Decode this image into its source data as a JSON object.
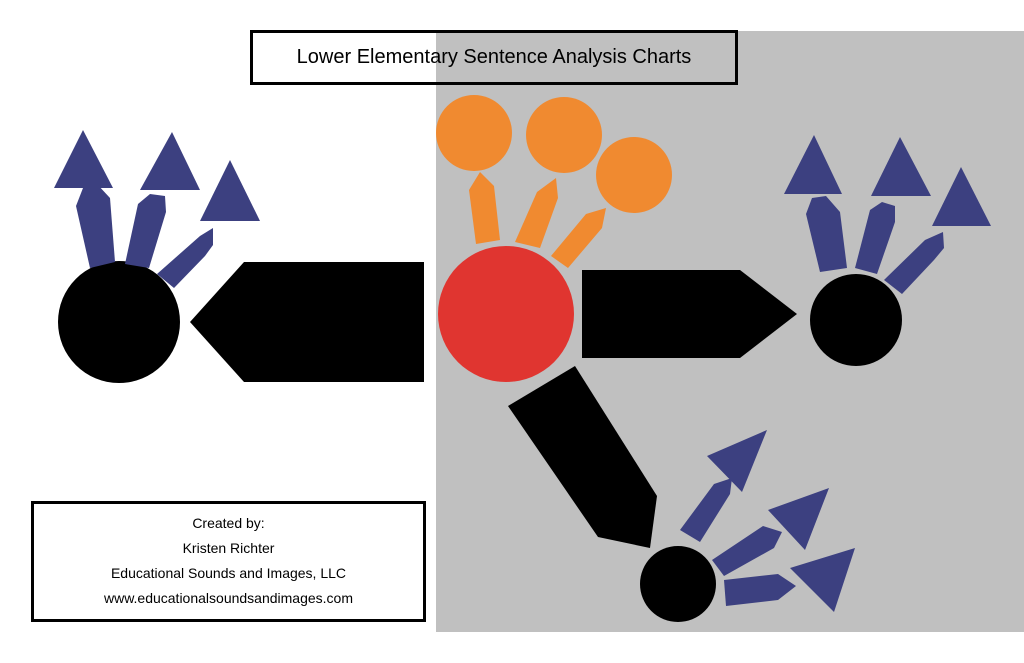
{
  "title": "Lower Elementary Sentence Analysis Charts",
  "credits": {
    "line1": "Created by:",
    "line2": "Kristen Richter",
    "line3": "Educational Sounds and Images, LLC",
    "line4": "www.educationalsoundsandimages.com"
  },
  "colors": {
    "panel_gray": "#c0c0c0",
    "verb_red": "#e03530",
    "adverb_orange": "#f08a30",
    "adjective_navy": "#3c4080",
    "noun_black": "#000000"
  },
  "shapes": {
    "red_circle": "verb-circle",
    "black_circles": "noun-circles",
    "black_pentagons": "connector-arrows",
    "orange_circles": "adverb-circles",
    "navy_triangles": "adjective-triangles"
  }
}
